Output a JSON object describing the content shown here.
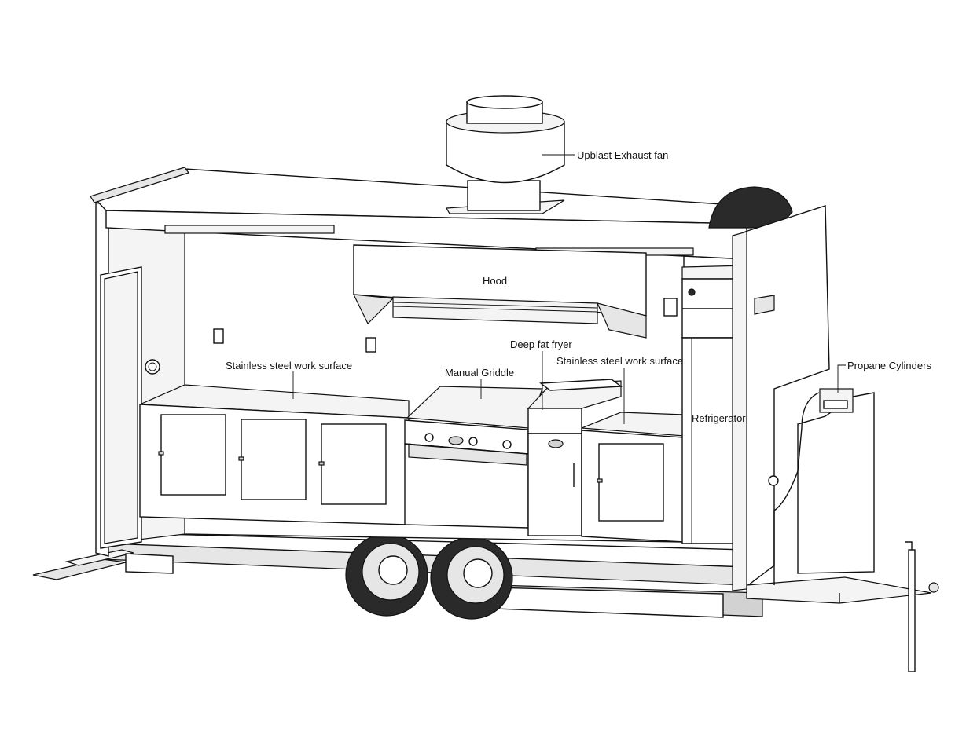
{
  "labels": {
    "exhaust_fan": "Upblast Exhaust fan",
    "hood": "Hood",
    "work_surface_left": "Stainless steel work surface",
    "griddle": "Manual Griddle",
    "fryer": "Deep fat fryer",
    "work_surface_right": "Stainless steel work surface",
    "refrigerator": "Refrigerator",
    "propane": "Propane Cylinders"
  }
}
